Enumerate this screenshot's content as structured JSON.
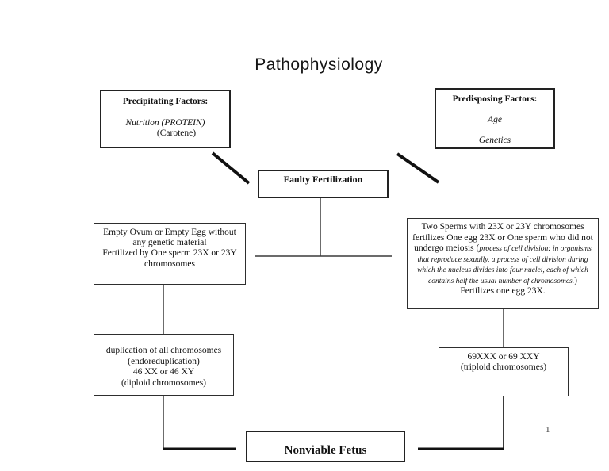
{
  "page": {
    "title": "Pathophysiology",
    "page_number": "1"
  },
  "colors": {
    "background": "#ffffff",
    "text": "#111111",
    "border": "#2e2e2e"
  },
  "boxes": {
    "precipitating": {
      "heading": "Precipitating Factors:",
      "nutrition_line": "Nutrition (PROTEIN)",
      "carotene_line": "(Carotene)"
    },
    "predisposing": {
      "heading": "Predisposing Factors:",
      "line1": "Age",
      "line2": "Genetics"
    },
    "faulty": {
      "label": "Faulty Fertilization"
    },
    "empty_ovum": {
      "text": "Empty Ovum or Empty Egg without\nany genetic material\nFertilized by One sperm 23X or 23Y\nchromosomes"
    },
    "two_sperms": {
      "part1": "Two Sperms with 23X or 23Y chromosomes fertilizes One egg 23X or One sperm who did not undergo meiosis (",
      "definition": "process of cell division: in organisms that reproduce sexually, a process of cell division during which the nucleus divides into four nuclei, each of which contains half the usual number of chromosomes.",
      "part2": ")",
      "last_line": "Fertilizes one egg 23X."
    },
    "duplication": {
      "text": "duplication of all chromosomes\n(endoreduplication)\n46 XX or 46 XY\n(diploid chromosomes)"
    },
    "triploid": {
      "text": "69XXX or 69 XXY\n(triploid chromosomes)"
    },
    "nonviable": {
      "label": "Nonviable Fetus"
    }
  }
}
